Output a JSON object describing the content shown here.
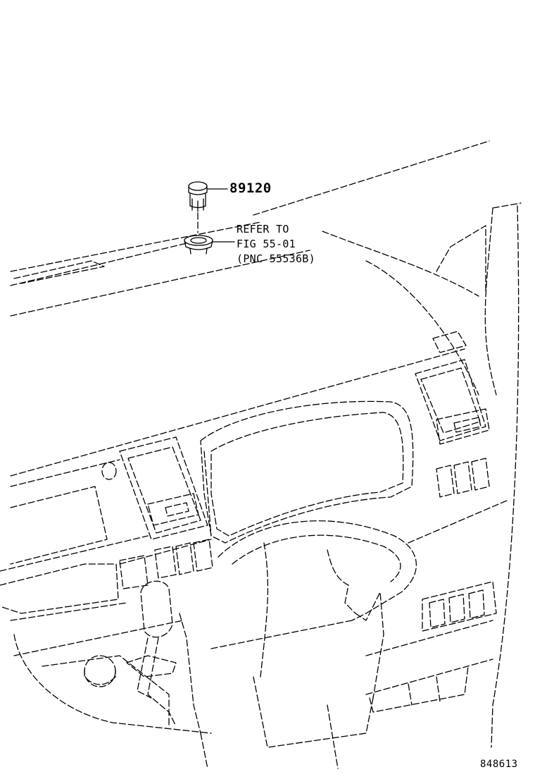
{
  "callouts": {
    "part_number": "89120",
    "refer_line_1": "REFER TO",
    "refer_line_2": "FIG 55-01",
    "refer_line_3": "(PNC 55536B)"
  },
  "illustration_code": "848613",
  "colors": {
    "line": "#000000",
    "background": "#ffffff"
  }
}
